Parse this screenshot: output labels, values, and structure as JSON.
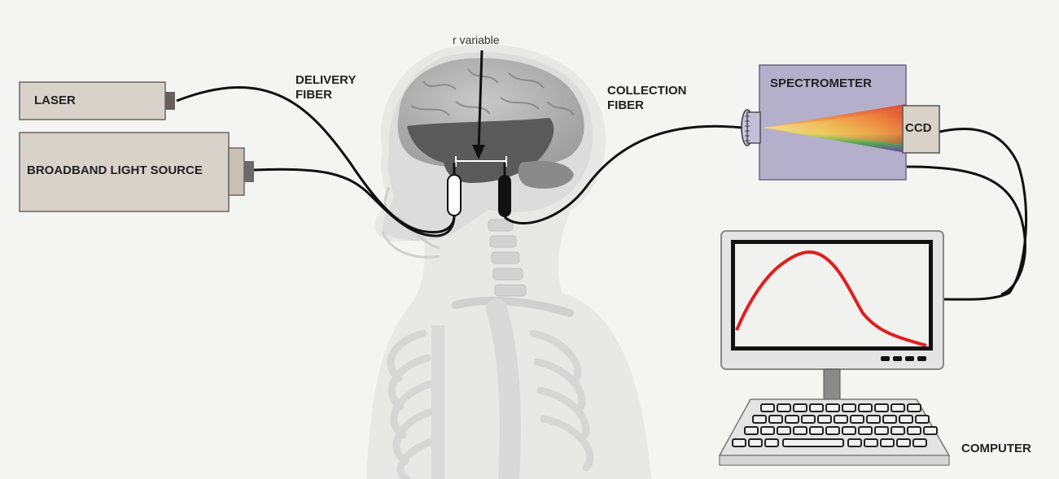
{
  "labels": {
    "laser": "LASER",
    "broadband": "BROADBAND LIGHT SOURCE",
    "delivery_fiber_line1": "DELIVERY",
    "delivery_fiber_line2": "FIBER",
    "collection_fiber_line1": "COLLECTION",
    "collection_fiber_line2": "FIBER",
    "r_variable": "r variable",
    "spectrometer": "SPECTROMETER",
    "ccd": "CCD",
    "computer": "COMPUTER"
  },
  "colors": {
    "background": "#f4f4f3",
    "source_box": "#d7d2ca",
    "spectrometer": "#b4b0cc",
    "ccd": "#d9d2c8",
    "fiber": "#111111",
    "spectrum_curve": "#e01e1e",
    "brain": "#9a9a9a",
    "brain_dark": "#555555",
    "skeleton": "#e2e2e2"
  },
  "icons": {
    "laser": "laser-source-icon",
    "broadband": "broadband-source-icon",
    "head": "head-brain-skeleton-icon",
    "spectrometer": "spectrometer-icon",
    "computer": "computer-monitor-icon",
    "keyboard": "keyboard-icon"
  }
}
